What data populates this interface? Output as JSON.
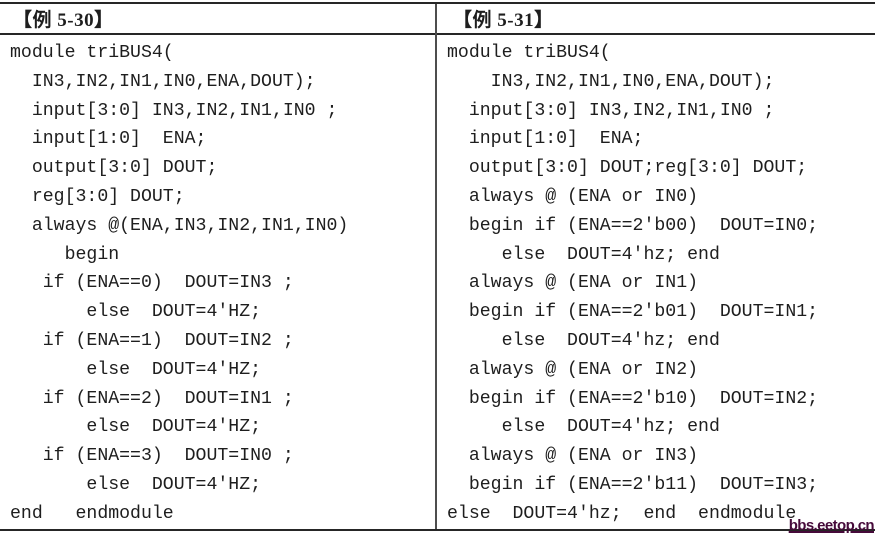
{
  "page": {
    "colors": {
      "background": "#ffffff",
      "text": "#1e1e1e",
      "border": "#262626",
      "divider": "#4d4d4d",
      "watermark": "#460a3a"
    },
    "watermark": {
      "text": "bbs.eetop.cn"
    }
  },
  "table": {
    "columns": [
      {
        "header": "【例 5-30】",
        "code_lines": [
          "module triBUS4(",
          "  IN3,IN2,IN1,IN0,ENA,DOUT);",
          "  input[3:0] IN3,IN2,IN1,IN0 ;",
          "  input[1:0]  ENA;",
          "  output[3:0] DOUT;",
          "  reg[3:0] DOUT;",
          "  always @(ENA,IN3,IN2,IN1,IN0)",
          "     begin",
          "   if (ENA==0)  DOUT=IN3 ;",
          "       else  DOUT=4'HZ;",
          "   if (ENA==1)  DOUT=IN2 ;",
          "       else  DOUT=4'HZ;",
          "   if (ENA==2)  DOUT=IN1 ;",
          "       else  DOUT=4'HZ;",
          "   if (ENA==3)  DOUT=IN0 ;",
          "       else  DOUT=4'HZ;",
          "end   endmodule"
        ]
      },
      {
        "header": "【例 5-31】",
        "code_lines": [
          "module triBUS4(",
          "    IN3,IN2,IN1,IN0,ENA,DOUT);",
          "  input[3:0] IN3,IN2,IN1,IN0 ;",
          "  input[1:0]  ENA;",
          "  output[3:0] DOUT;reg[3:0] DOUT;",
          "  always @ (ENA or IN0)",
          "  begin if (ENA==2'b00)  DOUT=IN0;",
          "     else  DOUT=4'hz; end",
          "  always @ (ENA or IN1)",
          "  begin if (ENA==2'b01)  DOUT=IN1;",
          "     else  DOUT=4'hz; end",
          "  always @ (ENA or IN2)",
          "  begin if (ENA==2'b10)  DOUT=IN2;",
          "     else  DOUT=4'hz; end",
          "  always @ (ENA or IN3)",
          "  begin if (ENA==2'b11)  DOUT=IN3;",
          "else  DOUT=4'hz;  end  endmodule"
        ]
      }
    ]
  }
}
